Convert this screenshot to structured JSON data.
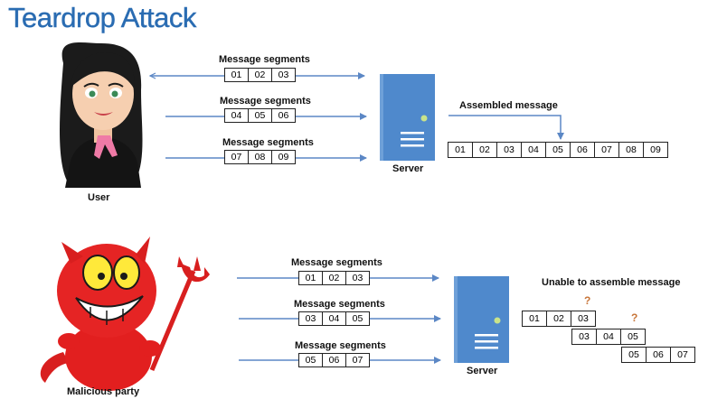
{
  "title": "Teardrop Attack",
  "top": {
    "person_label": "User",
    "segment_label": "Message segments",
    "segment_groups": [
      [
        "01",
        "02",
        "03"
      ],
      [
        "04",
        "05",
        "06"
      ],
      [
        "07",
        "08",
        "09"
      ]
    ],
    "server_label": "Server",
    "assembled_label": "Assembled message",
    "assembled": [
      "01",
      "02",
      "03",
      "04",
      "05",
      "06",
      "07",
      "08",
      "09"
    ]
  },
  "bottom": {
    "person_label": "Malicious party",
    "segment_label": "Message segments",
    "segment_groups": [
      [
        "01",
        "02",
        "03"
      ],
      [
        "03",
        "04",
        "05"
      ],
      [
        "05",
        "06",
        "07"
      ]
    ],
    "server_label": "Server",
    "unable_label": "Unable to assemble message",
    "overlap_rows": [
      [
        "01",
        "02",
        "03"
      ],
      [
        "03",
        "04",
        "05"
      ],
      [
        "05",
        "06",
        "07"
      ]
    ],
    "question_mark": "?"
  },
  "colors": {
    "title": "#2a6cb2",
    "arrow": "#5b87c5",
    "server": "#4f89cc",
    "devil": "#e21f1f",
    "question": "#c8763a"
  }
}
